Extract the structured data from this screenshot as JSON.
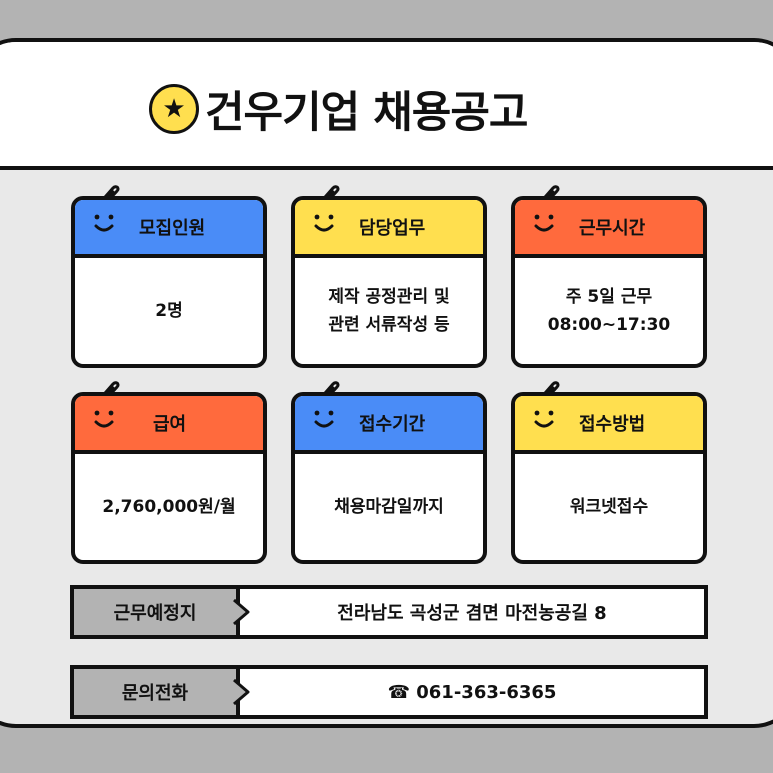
{
  "title": {
    "text": "건우기업 채용공고",
    "badge": "★"
  },
  "colors": {
    "blue": "#4a8cf7",
    "yellow": "#ffdf4f",
    "orange": "#ff6a3d",
    "gray": "#b3b3b3"
  },
  "cards": [
    {
      "label": "모집인원",
      "value": "2명",
      "color": "#4a8cf7"
    },
    {
      "label": "담당업무",
      "value": "제작 공정관리 및\n관련 서류작성 등",
      "color": "#ffdf4f"
    },
    {
      "label": "근무시간",
      "value": "주 5일 근무\n08:00~17:30",
      "color": "#ff6a3d"
    },
    {
      "label": "급여",
      "value": "2,760,000원/월",
      "color": "#ff6a3d"
    },
    {
      "label": "접수기간",
      "value": "채용마감일까지",
      "color": "#4a8cf7"
    },
    {
      "label": "접수방법",
      "value": "워크넷접수",
      "color": "#ffdf4f"
    }
  ],
  "info": [
    {
      "label": "근무예정지",
      "value": "전라남도 곡성군 겸면 마전농공길 8"
    },
    {
      "label": "문의전화",
      "value": "☎ 061-363-6365"
    }
  ]
}
